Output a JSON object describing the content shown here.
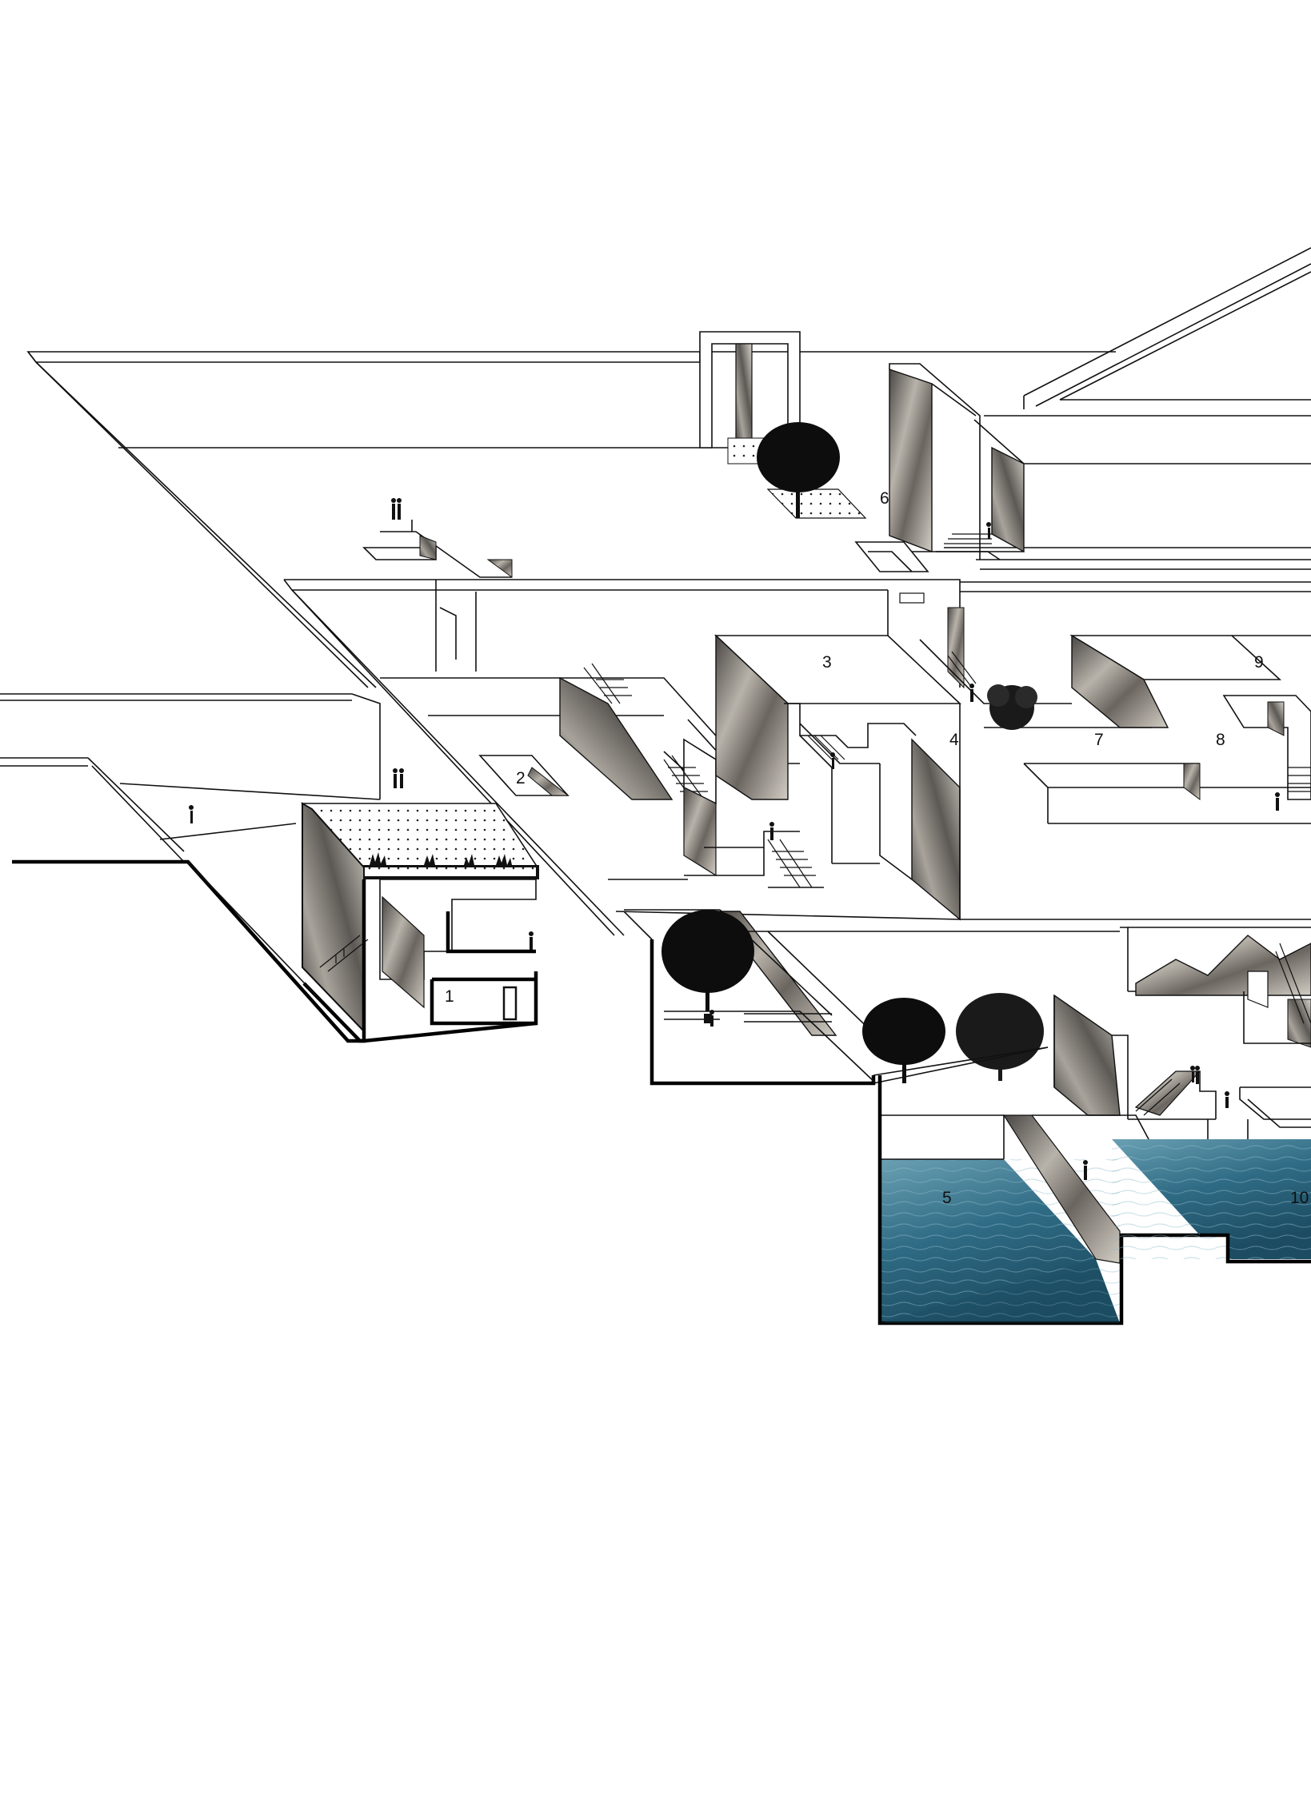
{
  "labels": {
    "l1": "1",
    "l2": "2",
    "l3": "3",
    "l4": "4",
    "l5": "5",
    "l6": "6",
    "l7": "7",
    "l8": "8",
    "l9": "9",
    "l10": "10"
  },
  "colors": {
    "water_light": "#5a8ea3",
    "water_dark": "#1d4f66",
    "rock_light": "#c9c5bd",
    "rock_dark": "#3a3735",
    "tree": "#0d0d0d",
    "line": "#111111"
  }
}
